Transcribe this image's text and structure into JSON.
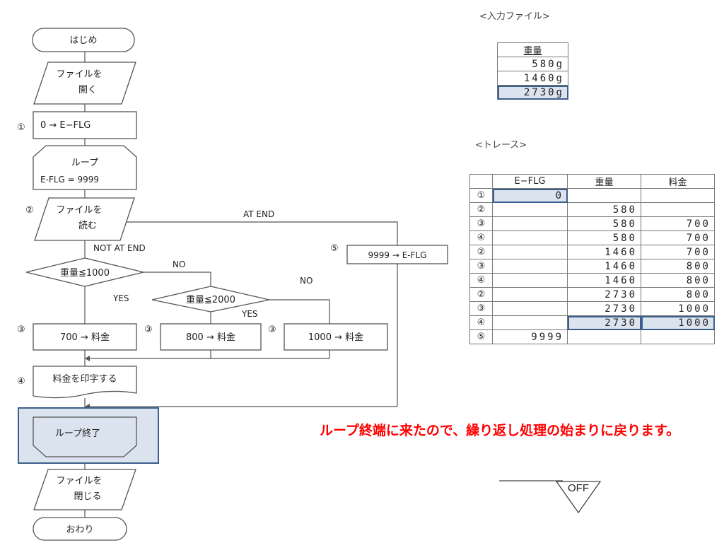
{
  "flowchart": {
    "start": "はじめ",
    "open_file": [
      "ファイルを",
      "開く"
    ],
    "init_flag": "0 → E−FLG",
    "loop_start": [
      "ループ",
      "E-FLG = 9999"
    ],
    "read_file": [
      "ファイルを",
      "読む"
    ],
    "at_end": "AT END",
    "not_at_end": "NOT AT END",
    "set_flag": "9999 → E-FLG",
    "decision1": "重量≦1000",
    "decision2": "重量≦2000",
    "yes": "YES",
    "no": "NO",
    "fee_700": "700 → 料金",
    "fee_800": "800 → 料金",
    "fee_1000": "1000 → 料金",
    "print": "料金を印字する",
    "loop_end": "ループ終了",
    "close_file": [
      "ファイルを",
      "閉じる"
    ],
    "end": "おわり",
    "markers": {
      "m1": "①",
      "m2": "②",
      "m3": "③",
      "m4": "④",
      "m5": "⑤"
    }
  },
  "input_file": {
    "label": "<入力ファイル>",
    "header": "重量",
    "rows": [
      "580g",
      "1460g",
      "2730g"
    ],
    "highlight_index": 2
  },
  "trace": {
    "label": "<トレース>",
    "headers": [
      "",
      "E−FLG",
      "重量",
      "料金"
    ],
    "rows": [
      [
        "①",
        "0",
        "",
        ""
      ],
      [
        "②",
        "",
        "580",
        ""
      ],
      [
        "③",
        "",
        "580",
        "700"
      ],
      [
        "④",
        "",
        "580",
        "700"
      ],
      [
        "②",
        "",
        "1460",
        "700"
      ],
      [
        "③",
        "",
        "1460",
        "800"
      ],
      [
        "④",
        "",
        "1460",
        "800"
      ],
      [
        "②",
        "",
        "2730",
        "800"
      ],
      [
        "③",
        "",
        "2730",
        "1000"
      ],
      [
        "④",
        "",
        "2730",
        "1000"
      ],
      [
        "⑤",
        "9999",
        "",
        ""
      ]
    ]
  },
  "message": "ループ終端に来たので、繰り返し処理の始まりに戻ります。",
  "off_button": "OFF",
  "colors": {
    "highlight_fill": "#dbe3ef",
    "highlight_border": "#3b5f8c",
    "message": "#ff0000"
  }
}
